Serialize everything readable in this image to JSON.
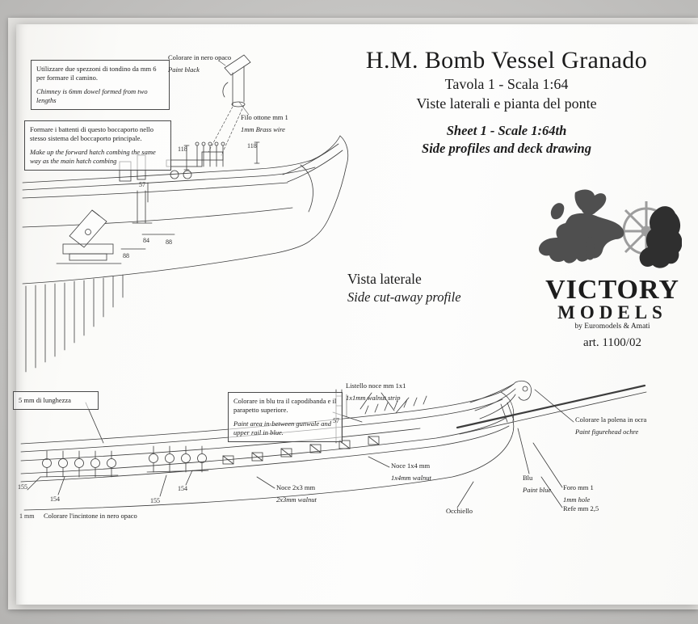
{
  "title_block": {
    "title": "H.M. Bomb Vessel Granado",
    "line_it_1": "Tavola 1 - Scala 1:64",
    "line_it_2": "Viste laterali e pianta del ponte",
    "line_en_1": "Sheet 1 - Scale 1:64th",
    "line_en_2": "Side profiles and deck drawing"
  },
  "brand": {
    "victory": "VICTORY",
    "models": "MODELS",
    "byline": "by Euromodels & Amati",
    "art_number": "art. 1100/02"
  },
  "view_label": {
    "it": "Vista laterale",
    "en": "Side cut-away profile"
  },
  "notes": {
    "chimney": {
      "it": "Utilizzare due spezzoni di tondino da mm 6 per formare il camino.",
      "en": "Chimney is 6mm dowel formed from two lengths"
    },
    "hatch": {
      "it": "Formare i battenti di questo boccaporto nello stesso sistema del boccaporto principale.",
      "en": "Make up the forward hatch combing the same way as the main hatch combing"
    },
    "blue_band": {
      "it": "Colorare in blu tra il capodibanda e il parapetto superiore.",
      "en": "Paint area in-between gunwale and upper rail in blue."
    },
    "length": {
      "it": "5 mm di lunghezza"
    }
  },
  "callouts": {
    "paint_black": {
      "it": "Colorare in nero opaco",
      "en": "Paint black"
    },
    "brass_wire": {
      "it": "Filo ottone mm 1",
      "en": "1mm Brass wire"
    },
    "walnut_strip_1x1": {
      "it": "Listello noce mm 1x1",
      "en": "1x1mm walnut strip"
    },
    "figurehead": {
      "it": "Colorare la polena in ocra",
      "en": "Paint figurehead ochre"
    },
    "walnut_1x4": {
      "it": "Noce 1x4 mm",
      "en": "1x4mm walnut"
    },
    "walnut_2x3": {
      "it": "Noce 2x3 mm",
      "en": "2x3mm walnut"
    },
    "blue": {
      "it": "Blu",
      "en": "Paint blue"
    },
    "hole": {
      "it": "Foro mm 1",
      "en": "1mm hole"
    },
    "eyelet": {
      "it": "Occhiello"
    },
    "thread": {
      "it": "Refe mm 2,5"
    },
    "wale_black": {
      "it": "Colorare l'incintone in nero opaco"
    },
    "one_mm": {
      "it": "1 mm"
    }
  },
  "dimensions": {
    "top": [
      "118",
      "118",
      "57",
      "84",
      "88",
      "88"
    ],
    "bottom": [
      "155",
      "154",
      "155",
      "154",
      "57"
    ]
  }
}
